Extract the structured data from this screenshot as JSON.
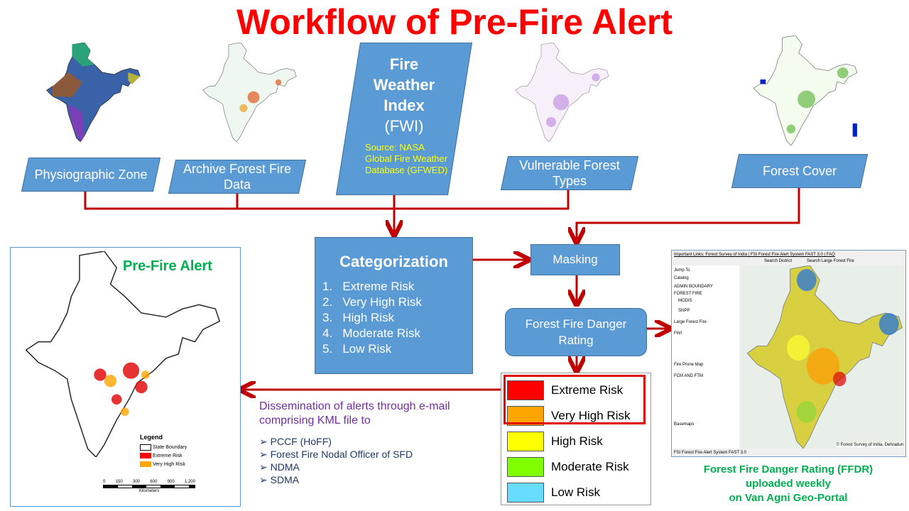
{
  "title": "Workflow of Pre-Fire Alert",
  "inputs": [
    {
      "label": "Physiographic Zone"
    },
    {
      "label": "Archive Forest Fire Data"
    },
    {
      "label": "Vulnerable Forest Types"
    },
    {
      "label": "Forest Cover"
    }
  ],
  "fwi": {
    "line1": "Fire",
    "line2": "Weather",
    "line3": "Index",
    "line4": "(FWI)",
    "source1": "Source: NASA",
    "source2": "Global Fire Weather",
    "source3": "Database (GFWED)"
  },
  "categorization": {
    "title": "Categorization",
    "items": [
      "1.   Extreme Risk",
      "2.   Very High Risk",
      "3.   High Risk",
      "4.   Moderate Risk",
      "5.   Low Risk"
    ]
  },
  "masking": {
    "label": "Masking"
  },
  "ffdr": {
    "label": "Forest Fire Danger Rating"
  },
  "risk_legend": [
    {
      "label": "Extreme Risk",
      "color": "#ff0000"
    },
    {
      "label": "Very High Risk",
      "color": "#ffa500"
    },
    {
      "label": "High Risk",
      "color": "#ffff00"
    },
    {
      "label": "Moderate Risk",
      "color": "#80ff00"
    },
    {
      "label": "Low Risk",
      "color": "#66ddff"
    }
  ],
  "prefire_map": {
    "title": "Pre-Fire Alert",
    "legend_title": "Legend",
    "legend": [
      "State Boundary",
      "Extreme Risk",
      "Very High Risk"
    ],
    "scale_ticks": [
      "0",
      "150",
      "300",
      "600",
      "900",
      "1,200"
    ],
    "scale_unit": "Kilometers"
  },
  "dissemination": {
    "line1": "Dissemination of alerts through e-mail",
    "line2": "comprising KML file to",
    "recipients": [
      "PCCF (HoFF)",
      "Forest Fire Nodal Officer of SFD",
      "NDMA",
      "SDMA"
    ]
  },
  "portal": {
    "links": "Important Links: Forest Survey of India | FSI Forest Fire Alert System FAST 3.0 | FAQ",
    "search_district": "Search District",
    "search_fire": "Search Large Forest Fire",
    "jump_to": "Jump To",
    "catalog": "Catalog",
    "layers": [
      "ADMIN BOUNDARY",
      "FOREST FIRE",
      "MODIS",
      "SNPP",
      "Large Forest Fire",
      "FWI",
      "Fire Prone Map",
      "FCM AND FTM",
      "Basemaps"
    ],
    "status": "FSI Forest Fire Alert System FAST 3.0",
    "copyright": "© Forest Survey of India, Dehradun"
  },
  "caption": {
    "line1": "Forest Fire Danger Rating (FFDR)",
    "line2": "uploaded  weekly",
    "line3": "on Van Agni  Geo-Portal"
  },
  "colors": {
    "title": "#ff0000",
    "box": "#5b9bd5",
    "arrow": "#c00000",
    "caption": "#00b050",
    "dissemination": "#7030a0",
    "source": "#ffff00"
  }
}
